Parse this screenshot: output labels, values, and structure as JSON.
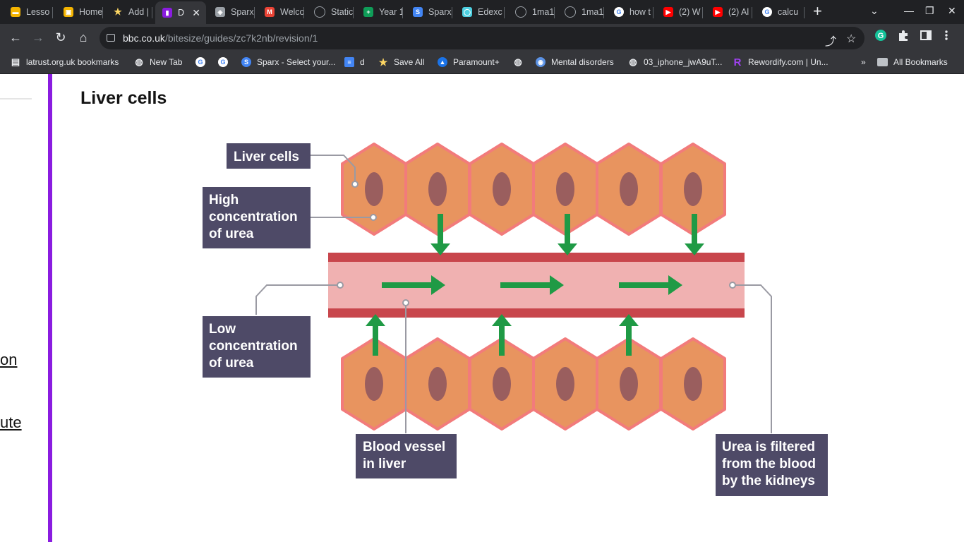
{
  "tabs": [
    {
      "label": "Lesso",
      "icon": "slides-icon",
      "color": "#f4b400"
    },
    {
      "label": "Home",
      "icon": "classroom-icon",
      "color": "#f4b400"
    },
    {
      "label": "Add |",
      "icon": "star-icon",
      "color": "#fdd663"
    },
    {
      "label": "D",
      "icon": "bitesize-icon",
      "color": "#8a1ce0",
      "active": true
    },
    {
      "label": "Sparx",
      "icon": "sparx-icon",
      "color": "#9aa0a6"
    },
    {
      "label": "Welco",
      "icon": "gmail-icon",
      "color": "#ea4335"
    },
    {
      "label": "Static",
      "icon": "globe-icon",
      "color": "#9aa0a6"
    },
    {
      "label": "Year 1",
      "icon": "sheets-icon",
      "color": "#0f9d58"
    },
    {
      "label": "Sparx",
      "icon": "sparx-s-icon",
      "color": "#4285f4"
    },
    {
      "label": "Edexc",
      "icon": "edexcel-icon",
      "color": "#4dd0e1"
    },
    {
      "label": "1ma1",
      "icon": "globe-icon",
      "color": "#9aa0a6"
    },
    {
      "label": "1ma1",
      "icon": "globe-icon",
      "color": "#9aa0a6"
    },
    {
      "label": "how t",
      "icon": "google-icon",
      "color": "#4285f4"
    },
    {
      "label": "(2) W",
      "icon": "youtube-icon",
      "color": "#ff0000"
    },
    {
      "label": "(2) Al",
      "icon": "youtube-icon",
      "color": "#ff0000"
    },
    {
      "label": "calcu",
      "icon": "google-icon",
      "color": "#4285f4"
    }
  ],
  "address": {
    "domain": "bbc.co.uk",
    "path": "/bitesize/guides/zc7k2nb/revision/1"
  },
  "bookmarks": [
    {
      "label": "latrust.org.uk bookmarks",
      "icon": "bookmark-folder-icon"
    },
    {
      "label": "New Tab",
      "icon": "globe-icon"
    },
    {
      "label": "",
      "icon": "google-icon"
    },
    {
      "label": "",
      "icon": "google-icon"
    },
    {
      "label": "Sparx - Select your...",
      "icon": "sparx-s-icon"
    },
    {
      "label": "d",
      "icon": "docs-icon"
    },
    {
      "label": "Save All",
      "icon": "star-icon"
    },
    {
      "label": "Paramount+",
      "icon": "paramount-icon"
    },
    {
      "label": "",
      "icon": "globe-icon"
    },
    {
      "label": "Mental disorders",
      "icon": "who-icon"
    },
    {
      "label": "03_iphone_jwA9uT...",
      "icon": "globe-icon"
    },
    {
      "label": "Rewordify.com | Un...",
      "icon": "rewordify-icon"
    }
  ],
  "all_bookmarks_label": "All Bookmarks",
  "page": {
    "heading": "Liver cells",
    "side_links": [
      "on",
      "ute"
    ]
  },
  "diagram": {
    "labels": {
      "liver_cells": "Liver cells",
      "high_conc": [
        "High",
        "concentration",
        "of urea"
      ],
      "low_conc": [
        "Low",
        "concentration",
        "of urea"
      ],
      "blood_vessel": [
        "Blood vessel",
        "in liver"
      ],
      "urea_filtered": [
        "Urea is filtered",
        "from the blood",
        "by the kidneys"
      ]
    },
    "colors": {
      "cell_fill": "#e8945f",
      "cell_border": "#f27b7b",
      "nucleus": "#9a5e5e",
      "vessel_fill": "#f0b1b1",
      "vessel_wall": "#c8464c",
      "arrow": "#1f9a45",
      "label_bg": "#4e4a67"
    }
  }
}
